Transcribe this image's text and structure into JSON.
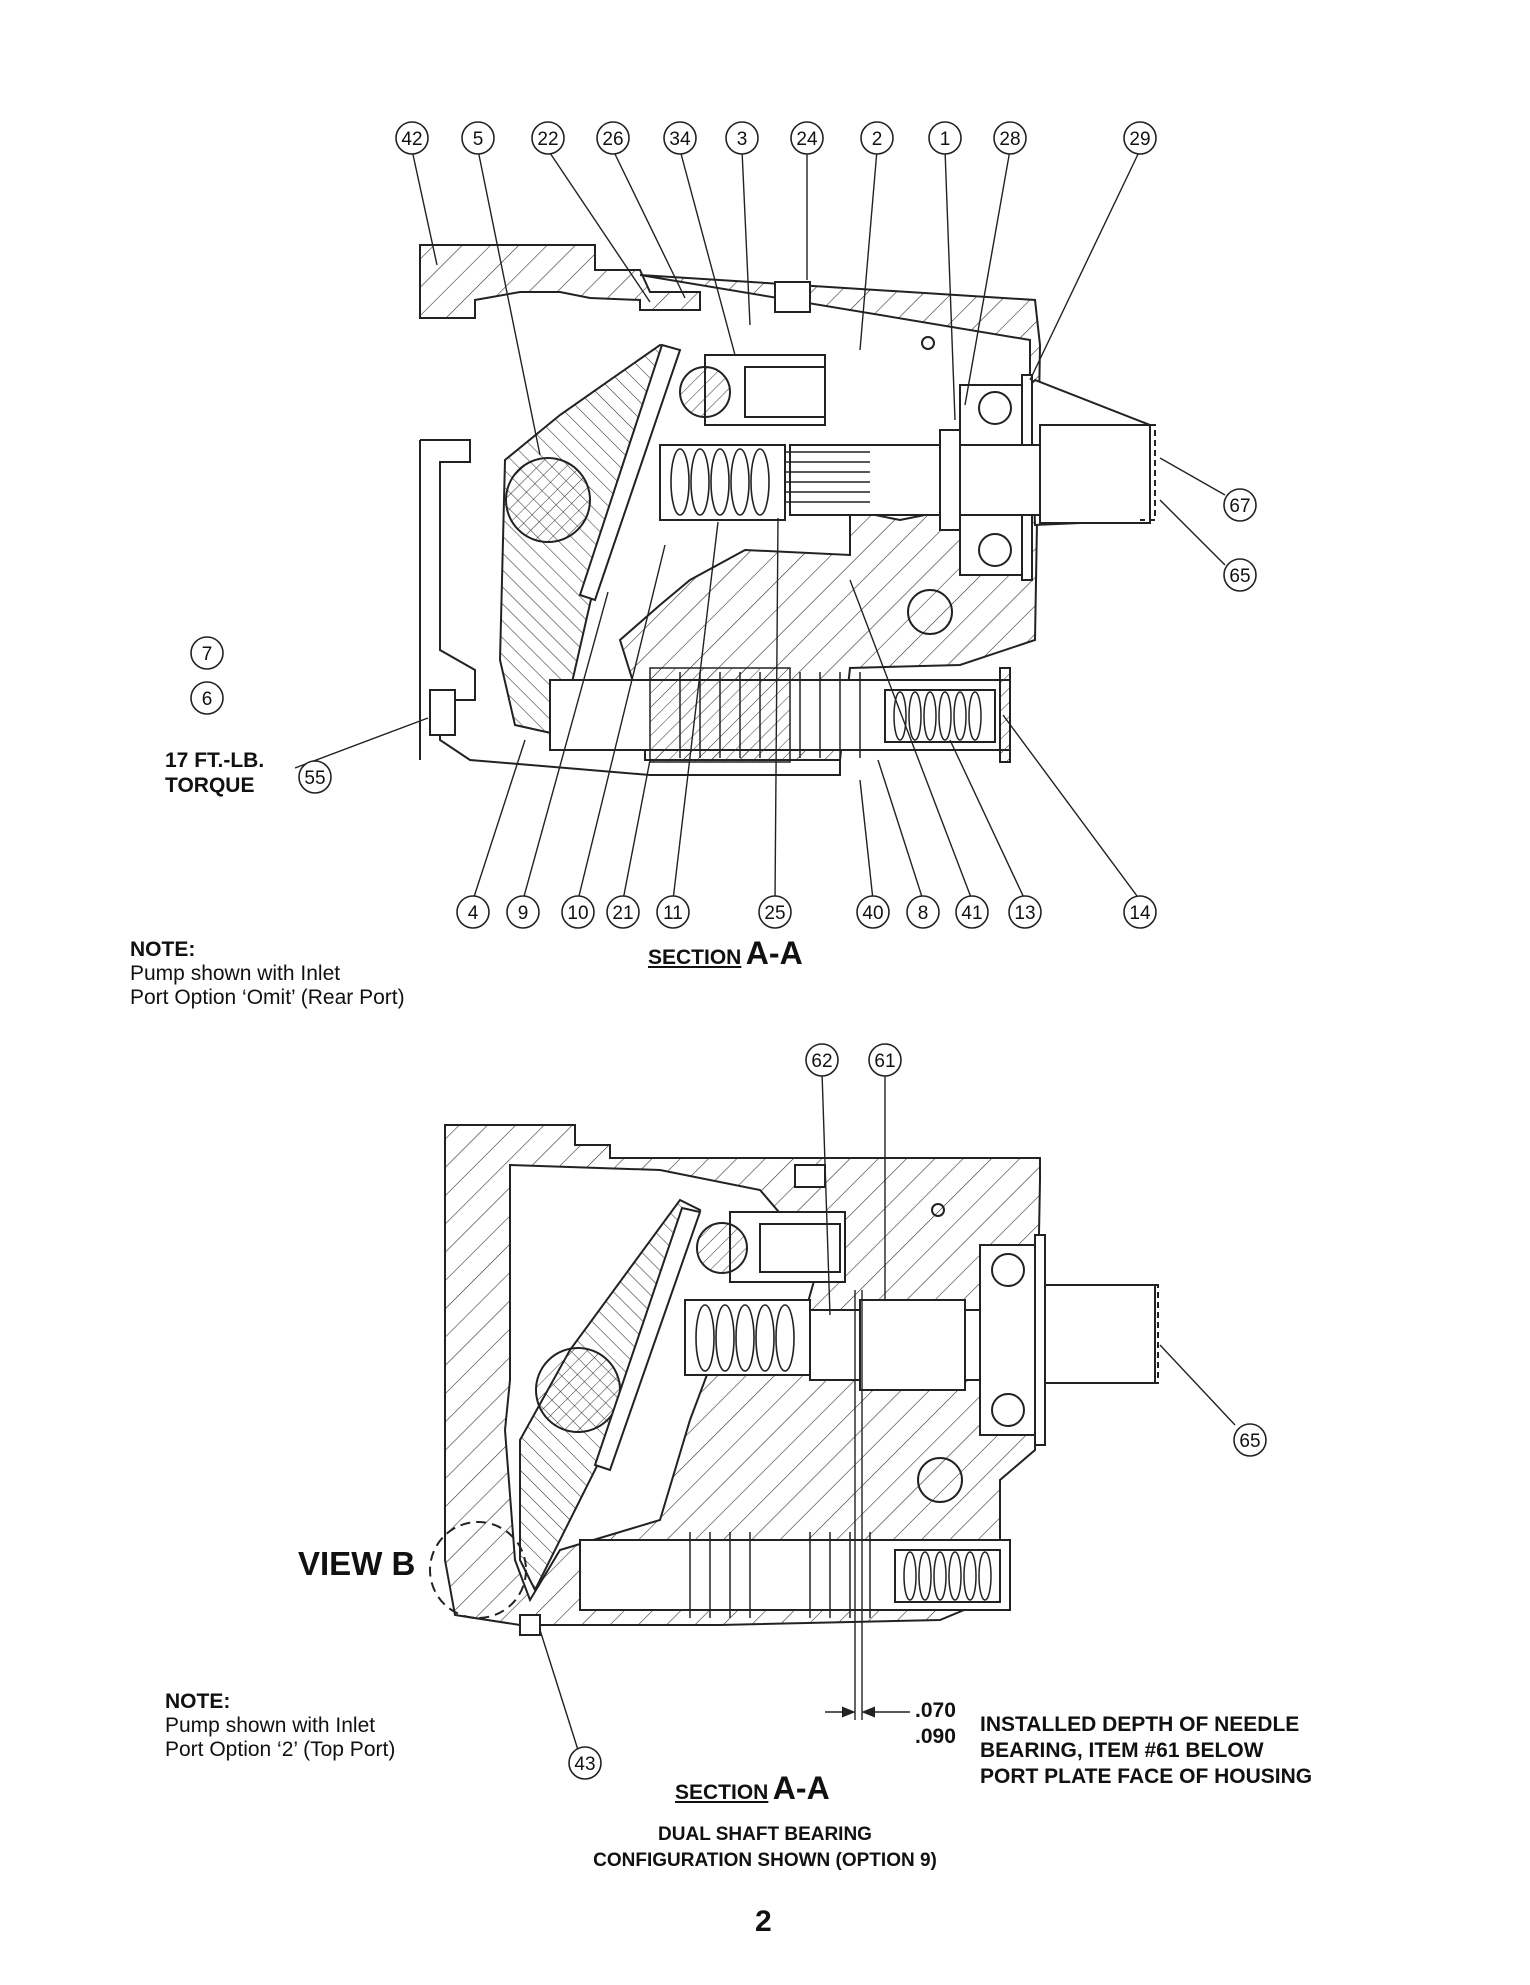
{
  "diagram1": {
    "callouts": [
      "42",
      "5",
      "22",
      "26",
      "34",
      "3",
      "24",
      "2",
      "1",
      "28",
      "29",
      "67",
      "65",
      "7",
      "6",
      "55",
      "4",
      "9",
      "10",
      "21",
      "11",
      "25",
      "40",
      "8",
      "41",
      "13",
      "14"
    ],
    "torque_label": [
      "17 FT.-LB.",
      "TORQUE"
    ],
    "section_prefix": "SECTION",
    "section_id": "A-A",
    "note_title": "NOTE:",
    "note_lines": [
      "Pump shown with Inlet",
      "Port Option ‘Omit’ (Rear Port)"
    ]
  },
  "diagram2": {
    "callouts": [
      "62",
      "61",
      "65",
      "43"
    ],
    "view_label": "VIEW B",
    "dimension_values": [
      ".070",
      ".090"
    ],
    "installed_depth_lines": [
      "INSTALLED DEPTH OF NEEDLE",
      "BEARING, ITEM #61 BELOW",
      "PORT PLATE FACE OF HOUSING"
    ],
    "section_prefix": "SECTION",
    "section_id": "A-A",
    "config_lines": [
      "DUAL SHAFT BEARING",
      "CONFIGURATION SHOWN (OPTION 9)"
    ],
    "note_title": "NOTE:",
    "note_lines": [
      "Pump shown with Inlet",
      "Port Option ‘2’ (Top Port)"
    ]
  },
  "page_number": "2"
}
